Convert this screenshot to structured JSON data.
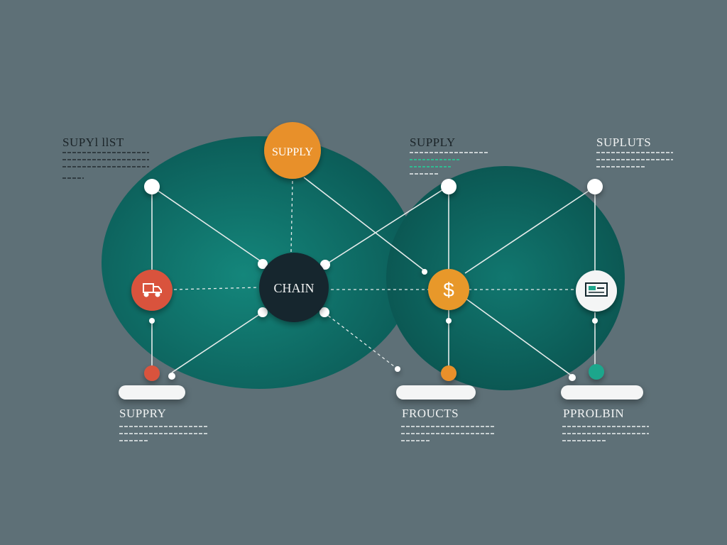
{
  "background_color": "#5e7077",
  "colors": {
    "teal_blob": "#0f6e67",
    "teal_dark": "#0a4e4b",
    "chain_node": "#13262d",
    "orange": "#e8902c",
    "red": "#d9533e",
    "green": "#1ea68c",
    "white": "#f4f5f5"
  },
  "hub_nodes": {
    "chain": "CHAIN",
    "supply": "SUPPLY",
    "dollar": "$"
  },
  "icons": {
    "left": "delivery-truck-icon",
    "right": "monitor-icon"
  },
  "labels": {
    "top_left": "SUPYl llST",
    "top_center": "SUPPLY",
    "top_right": "SUPLUTS",
    "bottom_left": "SUPPRY",
    "bottom_center": "FROUCTS",
    "bottom_right": "PPROLBIN"
  }
}
